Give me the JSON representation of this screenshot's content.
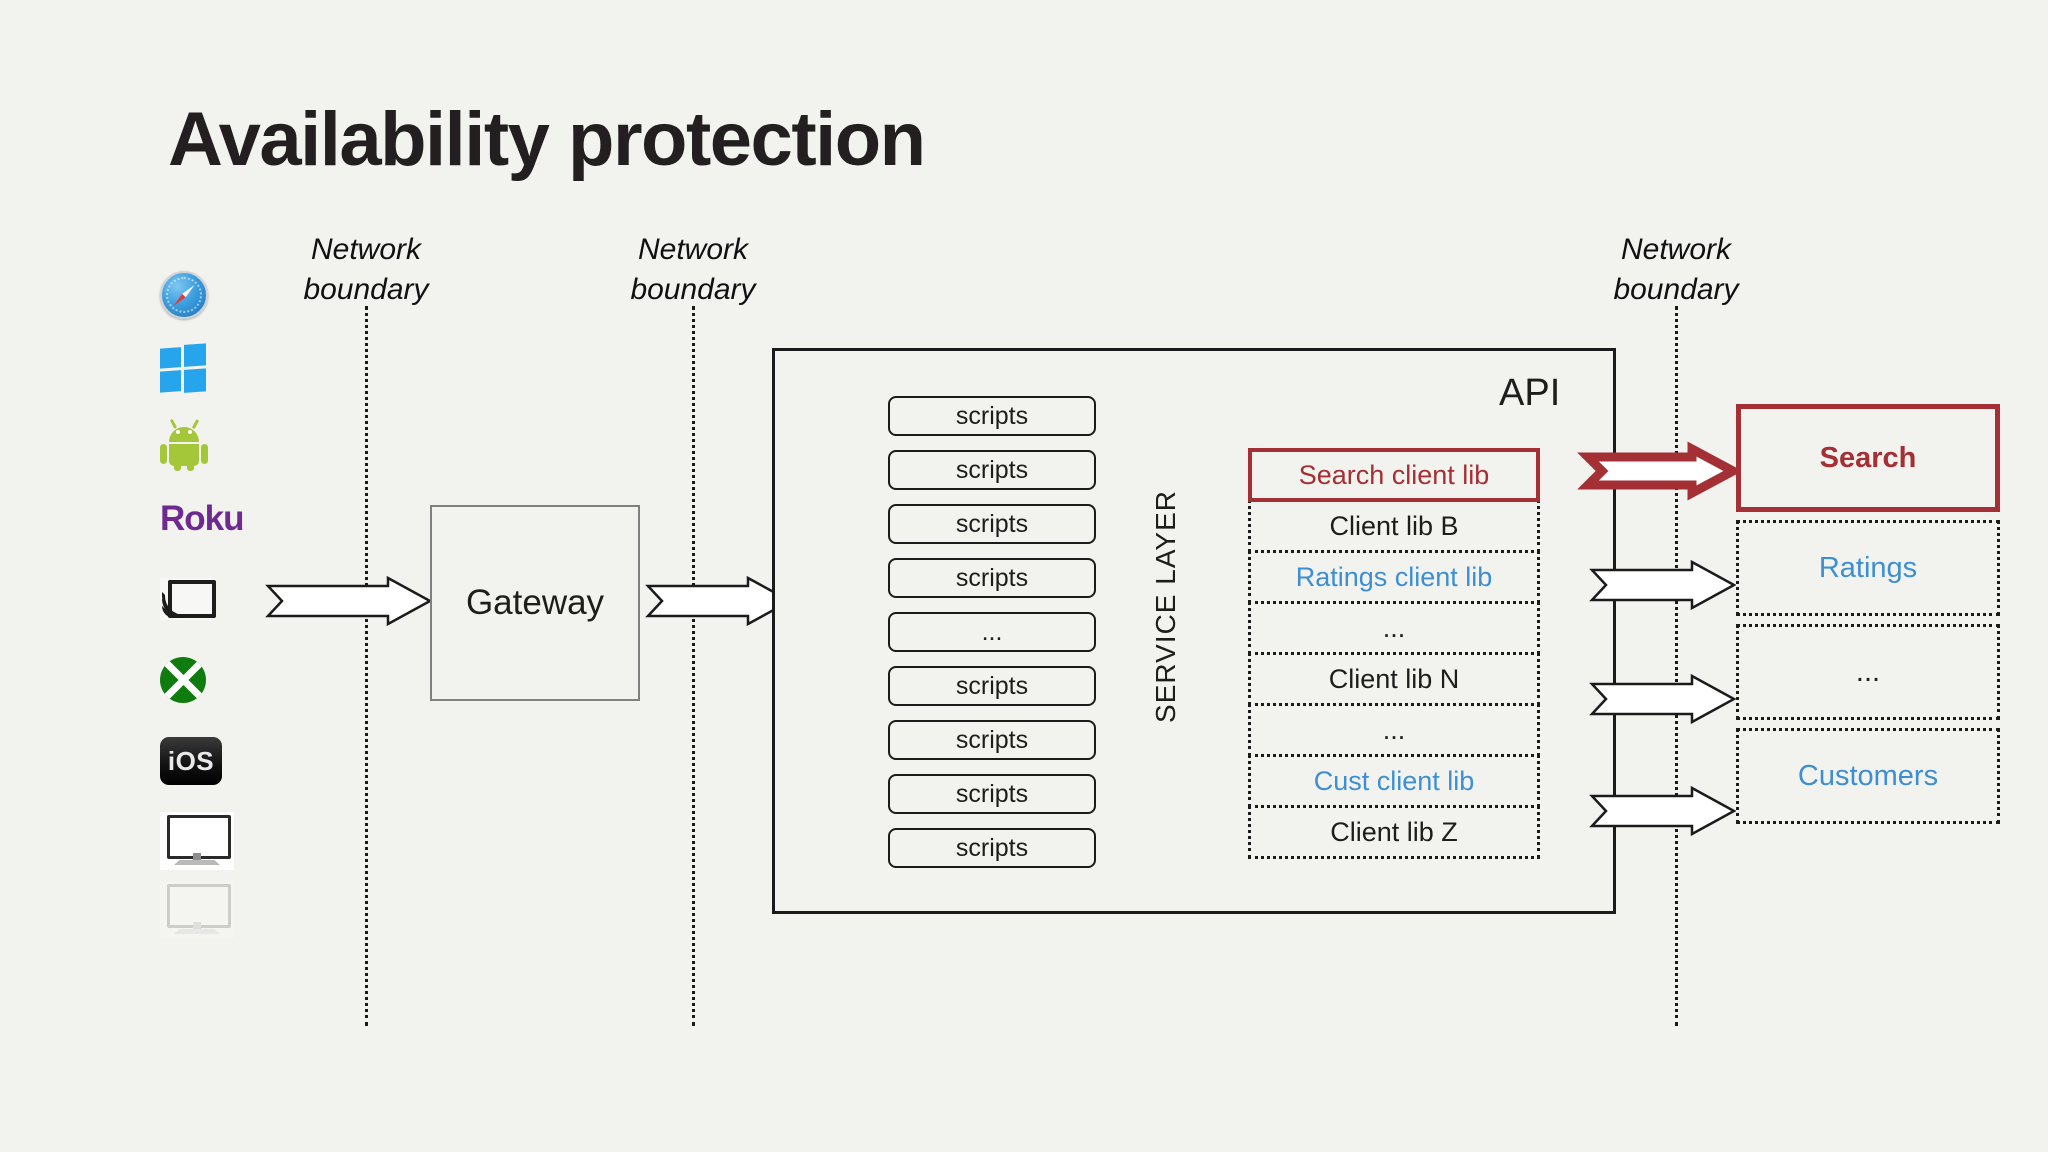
{
  "page": {
    "title": "Availability protection",
    "background_color": "#f2f3ef"
  },
  "colors": {
    "accent_red": "#a42f34",
    "accent_blue": "#3d8fd1",
    "ink": "#1d1d1b",
    "gateway_border": "#808080"
  },
  "boundaries": [
    {
      "label_line1": "Network",
      "label_line2": "boundary"
    },
    {
      "label_line1": "Network",
      "label_line2": "boundary"
    },
    {
      "label_line1": "Network",
      "label_line2": "boundary"
    }
  ],
  "devices": [
    {
      "icon": "safari-icon",
      "name": "Safari"
    },
    {
      "icon": "windows-icon",
      "name": "Windows"
    },
    {
      "icon": "android-icon",
      "name": "Android"
    },
    {
      "icon": "roku-icon",
      "name": "Roku",
      "wordmark": "Roku"
    },
    {
      "icon": "chromecast-icon",
      "name": "Chromecast"
    },
    {
      "icon": "xbox-icon",
      "name": "Xbox"
    },
    {
      "icon": "ios-icon",
      "name": "iOS",
      "wordmark": "iOS"
    },
    {
      "icon": "monitor-icon",
      "name": "Desktop monitor"
    },
    {
      "icon": "monitor-icon",
      "name": "Desktop monitor faded"
    }
  ],
  "gateway": {
    "label": "Gateway"
  },
  "service_layer": {
    "label": "SERVICE LAYER",
    "api_label": "API",
    "scripts": [
      {
        "label": "scripts"
      },
      {
        "label": "scripts"
      },
      {
        "label": "scripts"
      },
      {
        "label": "scripts"
      },
      {
        "label": "..."
      },
      {
        "label": "scripts"
      },
      {
        "label": "scripts"
      },
      {
        "label": "scripts"
      },
      {
        "label": "scripts"
      }
    ],
    "client_libs": [
      {
        "label": "Search client lib",
        "style": "highlight"
      },
      {
        "label": "Client lib B",
        "style": "plain"
      },
      {
        "label": "Ratings client lib",
        "style": "blue"
      },
      {
        "label": "...",
        "style": "plain"
      },
      {
        "label": "Client lib N",
        "style": "plain"
      },
      {
        "label": "...",
        "style": "plain"
      },
      {
        "label": "Cust client lib",
        "style": "blue"
      },
      {
        "label": "Client lib Z",
        "style": "plain"
      }
    ]
  },
  "services": [
    {
      "label": "Search",
      "style": "search"
    },
    {
      "label": "Ratings",
      "style": "plain"
    },
    {
      "label": "...",
      "style": "dots"
    },
    {
      "label": "Customers",
      "style": "plain"
    }
  ],
  "arrows": [
    {
      "name": "devices-to-gateway",
      "color": "outline"
    },
    {
      "name": "gateway-to-service-layer",
      "color": "outline"
    },
    {
      "name": "api-to-search",
      "color": "red"
    },
    {
      "name": "api-to-ratings",
      "color": "outline"
    },
    {
      "name": "api-to-ellipsis",
      "color": "outline"
    },
    {
      "name": "api-to-customers",
      "color": "outline"
    }
  ]
}
